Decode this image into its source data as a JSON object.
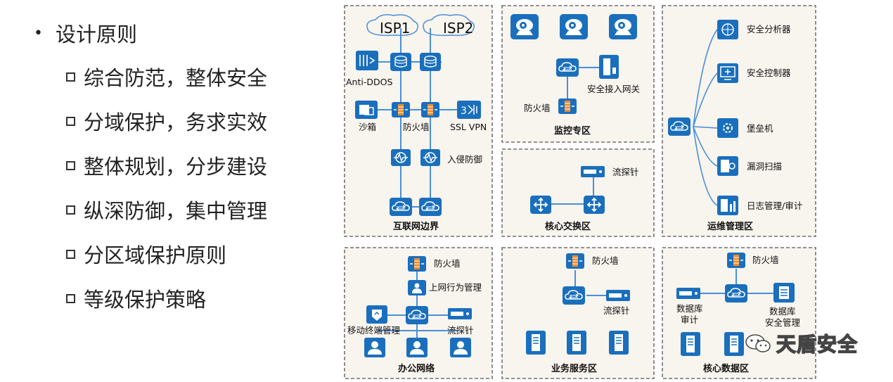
{
  "outline": {
    "main": "设计原则",
    "subs": [
      "综合防范，整体安全",
      "分域保护，务求实效",
      "整体规划，分步建设",
      "纵深防御，集中管理",
      "分区域保护原则",
      "等级保护策略"
    ]
  },
  "zones": {
    "internet": {
      "title": "互联网边界",
      "isp1": "ISP1",
      "isp2": "ISP2",
      "anti_ddos": "Anti-DDOS",
      "sandbox": "沙箱",
      "firewall": "防火墙",
      "ssl_vpn": "SSL VPN",
      "ips": "入侵防御"
    },
    "monitor": {
      "title": "监控专区",
      "firewall": "防火墙",
      "gateway": "安全接入网关"
    },
    "core_switch": {
      "title": "核心交换区",
      "probe": "流探针"
    },
    "ops": {
      "title": "运维管理区",
      "items": [
        "安全分析器",
        "安全控制器",
        "堡垒机",
        "漏洞扫描",
        "日志管理/审计"
      ]
    },
    "office": {
      "title": "办公网络",
      "firewall": "防火墙",
      "behavior": "上网行为管理",
      "mobile": "移动终端管理",
      "probe": "流探针"
    },
    "business": {
      "title": "业务服务区",
      "firewall": "防火墙",
      "probe": "流探针"
    },
    "data": {
      "title": "核心数据区",
      "firewall": "防火墙",
      "db_audit": [
        "数据库",
        "审计"
      ],
      "db_mgmt": [
        "数据库",
        "安全管理"
      ]
    }
  },
  "watermark": "天盾安全",
  "colors": {
    "icon_blue": "#1a6fbd",
    "icon_orange": "#f28b2a",
    "zone_bg": "#f8f4ee",
    "line": "#4a8fd8"
  }
}
